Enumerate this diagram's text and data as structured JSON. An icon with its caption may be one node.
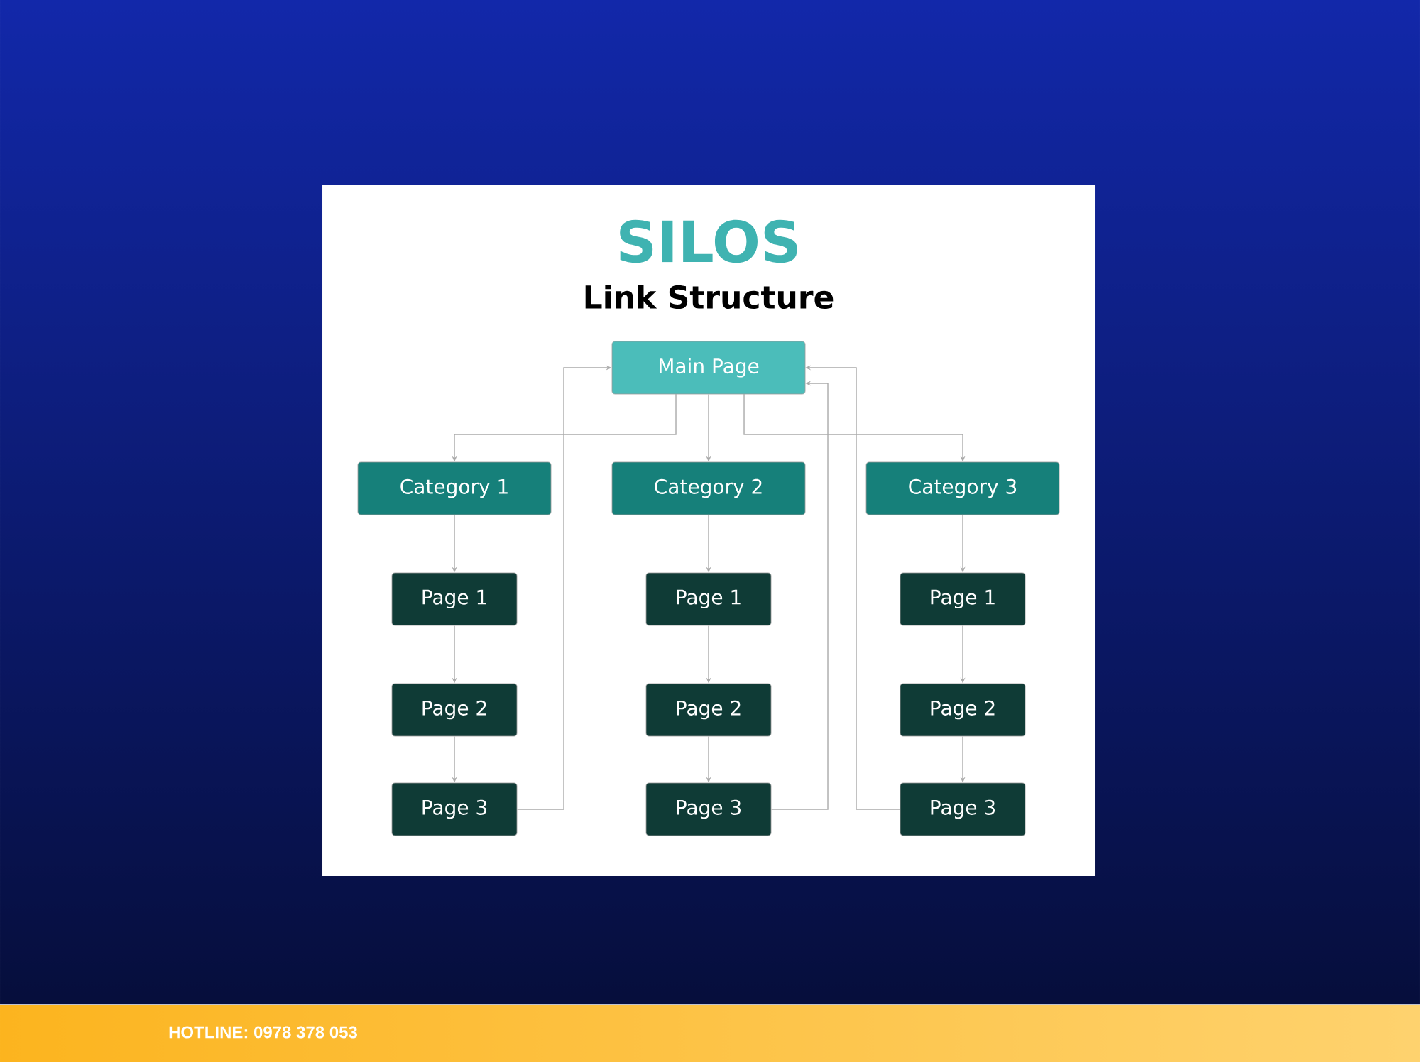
{
  "diagram": {
    "title": "SILOS",
    "nodes": [
      {
        "text": [
          "Main Page"
        ]
      },
      {
        "text": [
          "Category 1"
        ]
      },
      {
        "text": [
          "Category 2"
        ]
      },
      {
        "text": [
          "Category 3"
        ]
      },
      {
        "text": [
          "Page 1"
        ]
      },
      {
        "text": [
          "Page 1"
        ]
      },
      {
        "text": [
          "Page 1"
        ]
      },
      {
        "text": [
          "Page 2"
        ]
      },
      {
        "text": [
          "Page 2"
        ]
      },
      {
        "text": [
          "Page 2"
        ]
      },
      {
        "text": [
          "Page 3"
        ]
      },
      {
        "text": [
          "Page 3"
        ]
      },
      {
        "text": [
          "Page 3"
        ]
      }
    ],
    "edges": [
      {
        "from": 0,
        "to": 1,
        "arrow": "to"
      },
      {
        "from": 0,
        "to": 2,
        "arrow": "to"
      },
      {
        "from": 0,
        "to": 3,
        "arrow": "to"
      },
      {
        "from": 1,
        "to": 4,
        "arrow": "to"
      },
      {
        "from": 4,
        "to": 7,
        "arrow": "to"
      },
      {
        "from": 7,
        "to": 10,
        "arrow": "to"
      },
      {
        "from": 2,
        "to": 5,
        "arrow": "to"
      },
      {
        "from": 5,
        "to": 8,
        "arrow": "to"
      },
      {
        "from": 8,
        "to": 11,
        "arrow": "to"
      },
      {
        "from": 3,
        "to": 6,
        "arrow": "to"
      },
      {
        "from": 6,
        "to": 9,
        "arrow": "to"
      },
      {
        "from": 9,
        "to": 12,
        "arrow": "to"
      },
      {
        "from": 10,
        "to": 0,
        "arrow": "to"
      },
      {
        "from": 11,
        "to": 0,
        "arrow": "to"
      },
      {
        "from": 12,
        "to": 0,
        "arrow": "to"
      }
    ],
    "labels": [
      "Link Structure",
      "HOTLINE: 0978 378 053"
    ]
  }
}
